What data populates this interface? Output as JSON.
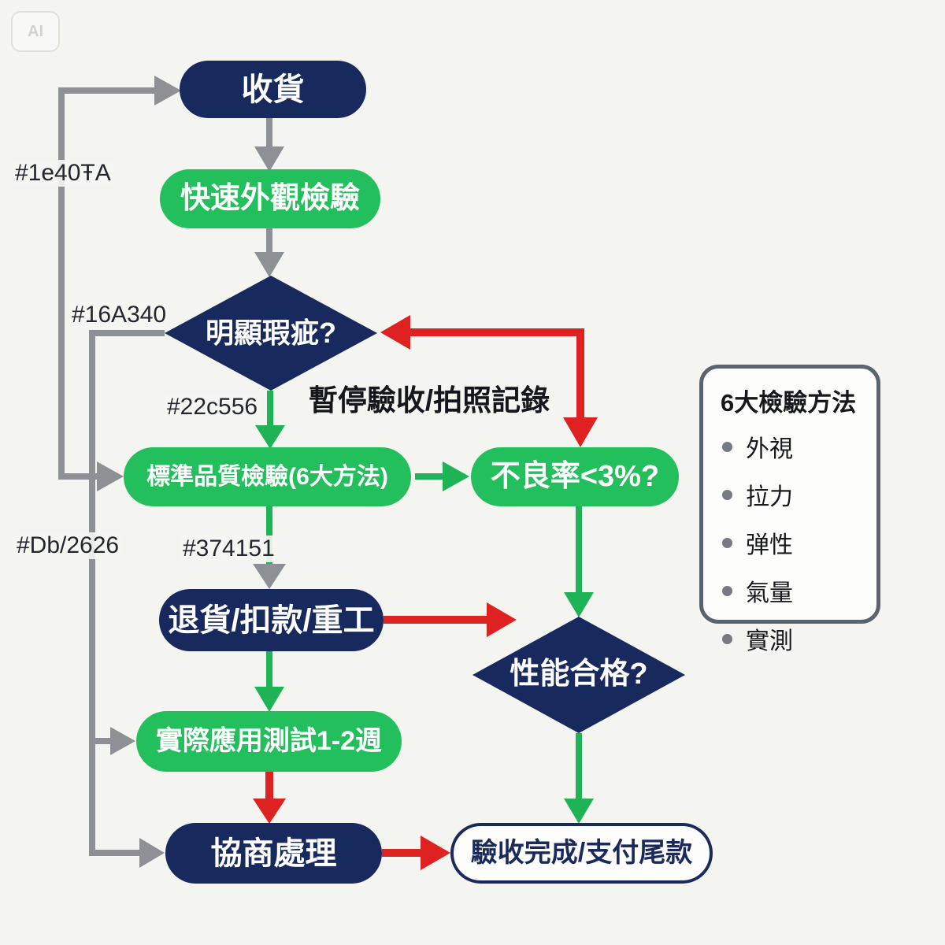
{
  "watermark": "AI",
  "colors": {
    "background": "#f4f4f1",
    "node_navy": "#18295e",
    "node_green": "#23bf5d",
    "arrow_green": "#1eb456",
    "arrow_red": "#de2222",
    "arrow_grey": "#8d9195",
    "final_box_bg": "#fdfdfb",
    "legend_border": "#59646e"
  },
  "nodes": {
    "receive": {
      "label": "收貨",
      "type": "pill-navy"
    },
    "quick_inspect": {
      "label": "快速外觀檢驗",
      "type": "pill-green"
    },
    "visible_defect": {
      "label": "明顯瑕疵?",
      "type": "diamond-navy"
    },
    "standard_inspect": {
      "label": "標準品質檢驗(6大方法)",
      "type": "pill-green"
    },
    "defect_rate": {
      "label": "不良率<3%?",
      "type": "pill-green"
    },
    "return_rework": {
      "label": "退貨/扣款/重工",
      "type": "pill-navy"
    },
    "performance_ok": {
      "label": "性能合格?",
      "type": "diamond-navy"
    },
    "field_test": {
      "label": "實際應用測試1-2週",
      "type": "pill-green"
    },
    "negotiate": {
      "label": "協商處理",
      "type": "pill-navy"
    },
    "acceptance_done": {
      "label": "驗收完成/支付尾款",
      "type": "pill-outline"
    }
  },
  "edge_labels": {
    "pause_record": "暫停驗收/拍照記錄",
    "hex_blue": "#1e40ŦA",
    "hex_green_dark": "#16A340",
    "hex_green": "#22c556",
    "hex_grey": "#374151",
    "hex_red": "#Db/2626"
  },
  "legend": {
    "title": "6大檢驗方法",
    "items": [
      "外視",
      "拉力",
      "弹性",
      "氣量",
      "實測"
    ]
  }
}
